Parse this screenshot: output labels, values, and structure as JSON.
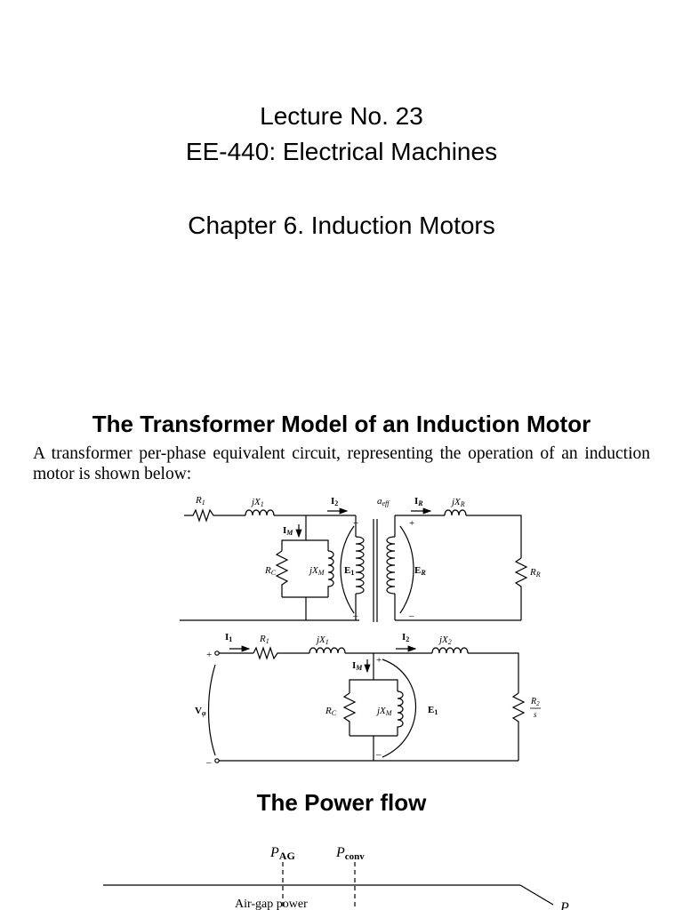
{
  "lecture": {
    "number_line": "Lecture No. 23",
    "course_line": "EE-440: Electrical Machines",
    "chapter_line": "Chapter 6. Induction Motors"
  },
  "transformer_model": {
    "heading": "The Transformer Model of an Induction Motor",
    "description": "A transformer per-phase equivalent circuit, representing the operation of an induction motor is shown below:"
  },
  "circuit_top": {
    "r1": "R",
    "r1_sub": "1",
    "jx1": "jX",
    "jx1_sub": "1",
    "i2": "I",
    "i2_sub": "2",
    "aeff": "a",
    "aeff_sub": "eff",
    "ir": "I",
    "ir_sub": "R",
    "jxr": "jX",
    "jxr_sub": "R",
    "im": "I",
    "im_sub": "M",
    "rc": "R",
    "rc_sub": "C",
    "jxm": "jX",
    "jxm_sub": "M",
    "e1": "E",
    "e1_sub": "1",
    "er": "E",
    "er_sub": "R",
    "rr": "R",
    "rr_sub": "R",
    "plus": "+",
    "minus": "–"
  },
  "circuit_bottom": {
    "i1": "I",
    "i1_sub": "1",
    "r1": "R",
    "r1_sub": "1",
    "jx1": "jX",
    "jx1_sub": "1",
    "i2": "I",
    "i2_sub": "2",
    "jx2": "jX",
    "jx2_sub": "2",
    "im": "I",
    "im_sub": "M",
    "vphi": "V",
    "vphi_sub": "φ",
    "rc": "R",
    "rc_sub": "C",
    "jxm": "jX",
    "jxm_sub": "M",
    "e1": "E",
    "e1_sub": "1",
    "r2_num": "R",
    "r2_sub": "2",
    "r2_den": "s",
    "plus": "+",
    "minus": "–"
  },
  "power_flow": {
    "heading": "The Power flow",
    "pag": "P",
    "pag_sub": "AG",
    "pconv": "P",
    "pconv_sub": "conv",
    "airgap_label": "Air-gap power",
    "pout": "P"
  }
}
